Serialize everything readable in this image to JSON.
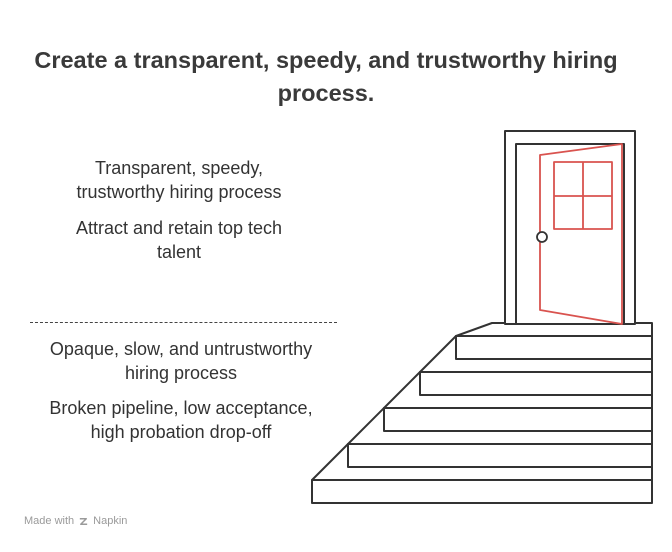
{
  "title": "Create a transparent, speedy, and trustworthy hiring process.",
  "top": {
    "line1": "Transparent, speedy, trustworthy hiring process",
    "line2": "Attract and retain top tech talent"
  },
  "bottom": {
    "line1": "Opaque, slow, and untrustworthy hiring process",
    "line2": "Broken pipeline, low acceptance, high probation drop-off"
  },
  "footer": {
    "made_with": "Made with",
    "brand": "Napkin"
  },
  "colors": {
    "outline": "#333333",
    "door_accent": "#d9534f",
    "footer_text": "#9a9a9a"
  }
}
